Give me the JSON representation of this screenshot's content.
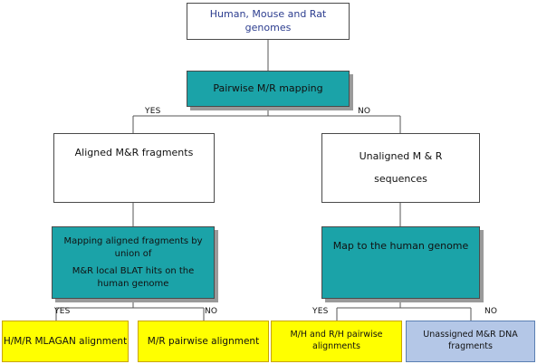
{
  "nodes": {
    "genomes": "Human, Mouse and Rat genomes",
    "pairwise_mapping": "Pairwise M/R mapping",
    "aligned_fragments": "Aligned M&R fragments",
    "unaligned_sequences_line1": "Unaligned M & R",
    "unaligned_sequences_line2": "sequences",
    "mapping_union_line1": "Mapping aligned fragments by union of",
    "mapping_union_line2": "M&R local BLAT hits on the human genome",
    "map_to_human": "Map to the human genome",
    "hmr_mlagan": "H/M/R MLAGAN alignment",
    "mr_pairwise": "M/R pairwise alignment",
    "mh_rh_pairwise": "M/H and R/H pairwise alignments",
    "unassigned": "Unassigned M&R DNA fragments"
  },
  "edge_labels": {
    "top_yes": "YES",
    "top_no": "NO",
    "left_yes": "YES",
    "left_no": "NO",
    "right_yes": "YES",
    "right_no": "NO"
  }
}
